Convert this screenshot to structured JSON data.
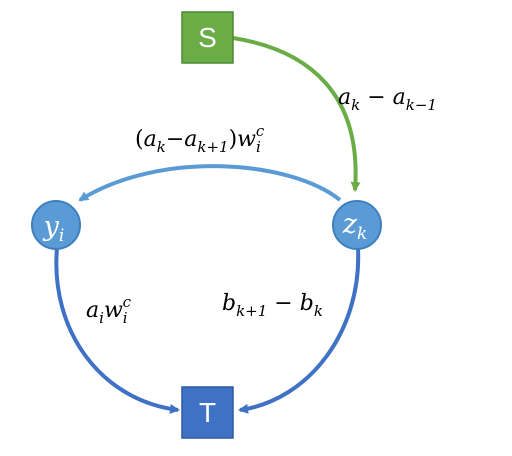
{
  "nodes": {
    "source": {
      "label": "S",
      "color": "#6aac46",
      "border": "#4e8a32"
    },
    "sink": {
      "label": "T",
      "color": "#3f72c5",
      "border": "#2d5aa6"
    },
    "y": {
      "base": "y",
      "sub": "i",
      "color": "#5b9bd5",
      "border": "#3e7fbf"
    },
    "z": {
      "base": "z",
      "sub": "k",
      "color": "#5b9bd5",
      "border": "#3e7fbf"
    }
  },
  "edges": {
    "s_to_z": {
      "label": "a_k − a_{k−1}",
      "color": "#6aac46"
    },
    "z_to_y": {
      "label": "(a_k−a_{k+1}) w_i^c",
      "color": "#5b9bd5"
    },
    "y_to_t": {
      "label": "a_i w_i^c",
      "color": "#3f72c5"
    },
    "z_to_t": {
      "label": "b_{k+1} − b_k",
      "color": "#3f72c5"
    }
  }
}
